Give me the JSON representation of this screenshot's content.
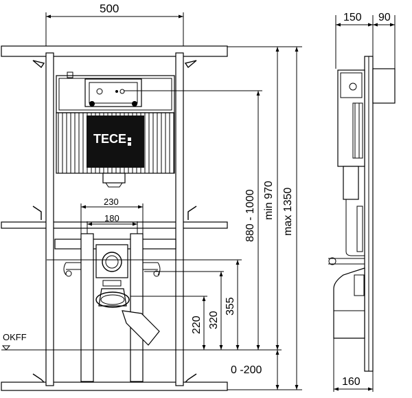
{
  "brand": "TECE",
  "floor_label": "OKFF",
  "dimensions": {
    "width_total": "500",
    "depth_frame": "150",
    "depth_extra": "90",
    "depth_bottom": "160",
    "connection_spacing": "230",
    "inner_spacing": "180",
    "h_220": "220",
    "h_320": "320",
    "h_355": "355",
    "height_adjust": "880 - 1000",
    "min_height": "min 970",
    "max_height": "max 1350",
    "floor_adjust": "0 -200"
  }
}
